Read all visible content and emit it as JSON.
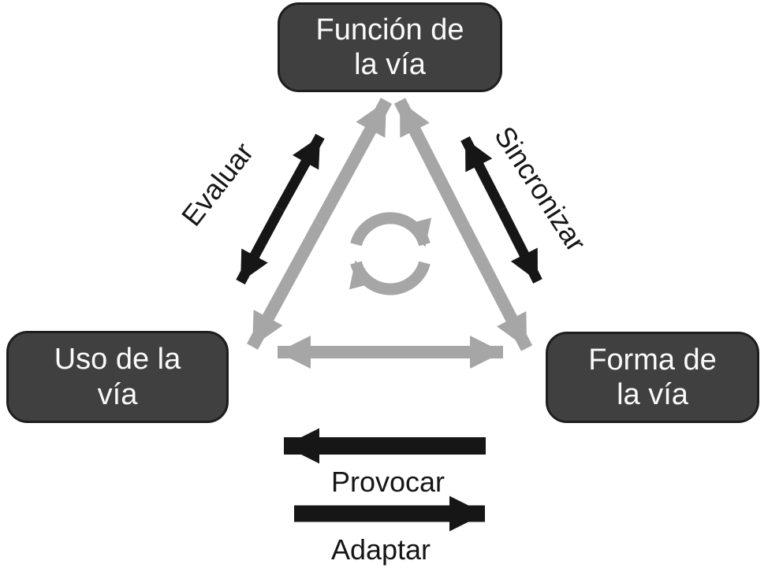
{
  "diagram": {
    "title": "",
    "nodes": {
      "top": {
        "label": "Función de\nla vía"
      },
      "left": {
        "label": "Uso de la\nvía"
      },
      "right": {
        "label": "Forma de\nla vía"
      }
    },
    "edge_labels": {
      "evaluar": "Evaluar",
      "sincronizar": "Sincronizar",
      "provocar": "Provocar",
      "adaptar": "Adaptar"
    },
    "icons": {
      "center_icon": "sync-cycle-icon"
    },
    "colors": {
      "node_fill": "#404040",
      "node_border": "#1e1e1e",
      "node_text": "#fafafa",
      "triangle_arrows": "#a6a6a6",
      "action_arrows": "#161616",
      "background": "#ffffff"
    }
  }
}
